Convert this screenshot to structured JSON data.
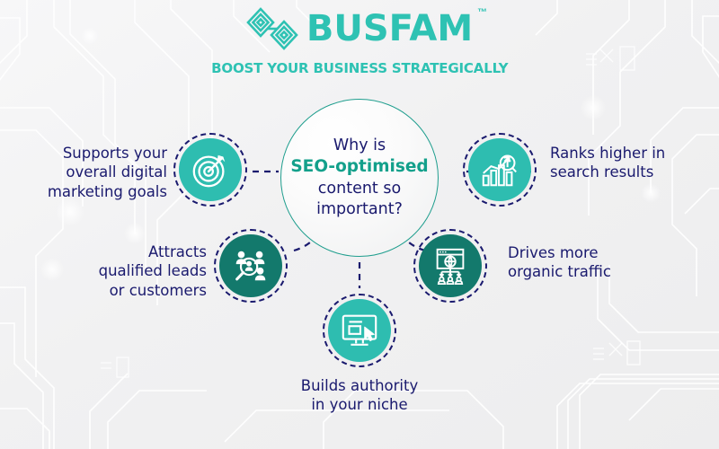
{
  "brand": {
    "name": "BUSFAM",
    "trademark": "™",
    "tagline": "BOOST YOUR BUSINESS STRATEGICALLY",
    "logo_icon": "interlocking-diamond-maze-icon",
    "accent_color": "#2ec2b3"
  },
  "colors": {
    "background": "#f2f2f3",
    "navy": "#1a1a6e",
    "teal_light": "#2ebdb0",
    "teal_dark": "#13796c",
    "hub_border": "#1f9e8e",
    "highlight": "#13a08b"
  },
  "hub": {
    "line1": "Why is",
    "highlight": "SEO-optimised",
    "line3": "content so",
    "line4": "important?"
  },
  "nodes": [
    {
      "id": "goals",
      "icon": "target-dartboard-arrow-icon",
      "color": "#2ebdb0",
      "lines": [
        "Supports your",
        "overall digital",
        "marketing goals"
      ]
    },
    {
      "id": "ranks",
      "icon": "bar-chart-growth-magnifier-icon",
      "color": "#2ebdb0",
      "lines": [
        "Ranks higher in",
        "search results"
      ]
    },
    {
      "id": "leads",
      "icon": "people-search-magnifier-icon",
      "color": "#13796c",
      "lines": [
        "Attracts",
        "qualified leads",
        "or customers"
      ]
    },
    {
      "id": "traffic",
      "icon": "browser-globe-users-icon",
      "color": "#13796c",
      "lines": [
        "Drives more",
        "organic traffic"
      ]
    },
    {
      "id": "authority",
      "icon": "desktop-monitor-cursor-icon",
      "color": "#2ebdb0",
      "lines": [
        "Builds authority",
        "in your niche"
      ]
    }
  ]
}
